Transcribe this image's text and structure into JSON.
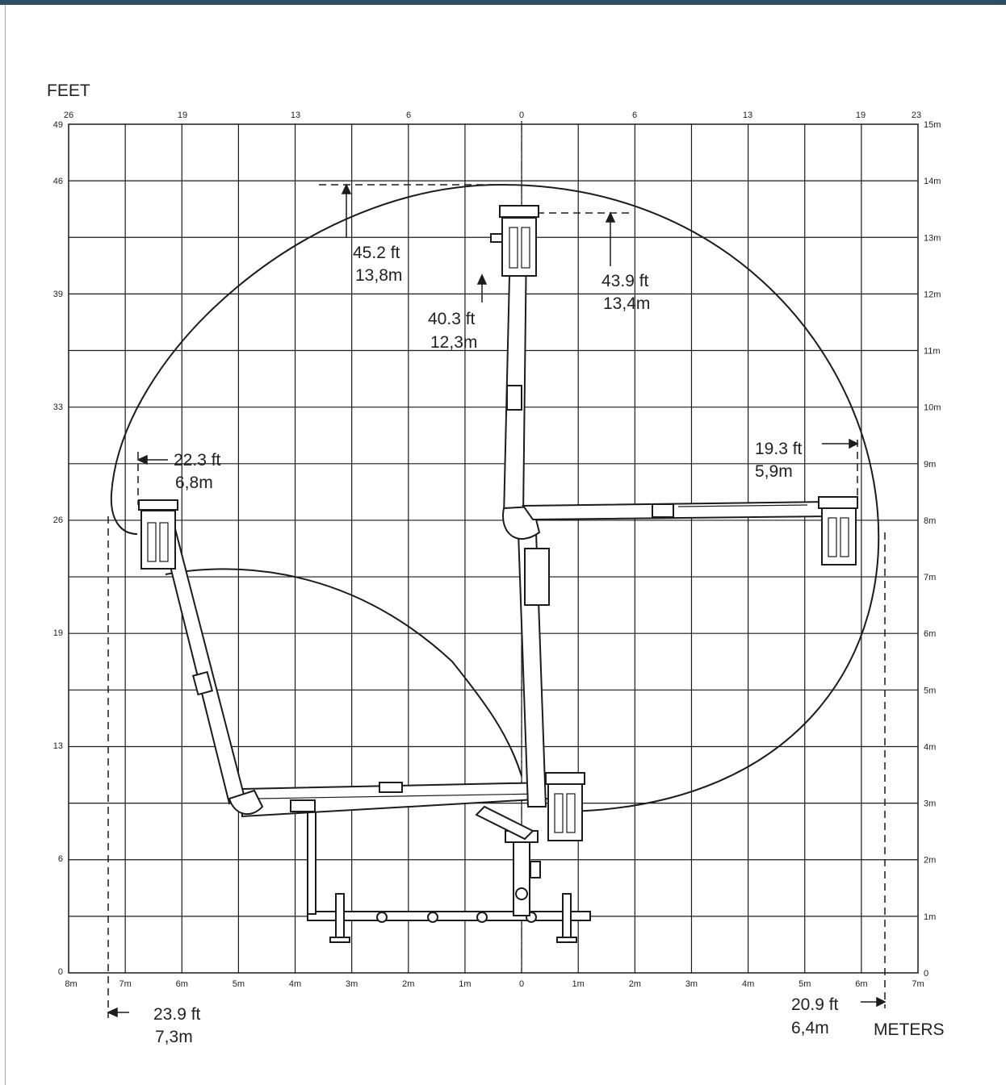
{
  "colors": {
    "bar": "#2d4f63",
    "grid": "#1a1a1a",
    "ink": "#1c1c1c"
  },
  "units": {
    "feet_label": "FEET",
    "meters_label": "METERS"
  },
  "top_feet_ticks": [
    "26",
    "19",
    "13",
    "6",
    "0",
    "6",
    "13",
    "19",
    "23"
  ],
  "left_feet_ticks": [
    "49",
    "46",
    "39",
    "33",
    "26",
    "19",
    "13",
    "6",
    "0"
  ],
  "bottom_meter_ticks": [
    "8m",
    "7m",
    "6m",
    "5m",
    "4m",
    "3m",
    "2m",
    "1m",
    "0",
    "1m",
    "2m",
    "3m",
    "4m",
    "5m",
    "6m",
    "7m"
  ],
  "right_meter_ticks": [
    "15m",
    "14m",
    "13m",
    "12m",
    "11m",
    "10m",
    "9m",
    "8m",
    "7m",
    "6m",
    "5m",
    "4m",
    "3m",
    "2m",
    "1m",
    "0"
  ],
  "dimensions": {
    "max_height": {
      "ft": "45.2 ft",
      "m": "13,8m"
    },
    "platform_height": {
      "ft": "43.9 ft",
      "m": "13,4m"
    },
    "floor_height": {
      "ft": "40.3 ft",
      "m": "12,3m"
    },
    "right_outreach": {
      "ft": "19.3 ft",
      "m": "5,9m"
    },
    "left_outreach": {
      "ft": "22.3 ft",
      "m": "6,8m"
    },
    "left_total": {
      "ft": "23.9 ft",
      "m": "7,3m"
    },
    "right_total": {
      "ft": "20.9 ft",
      "m": "6,4m"
    }
  }
}
